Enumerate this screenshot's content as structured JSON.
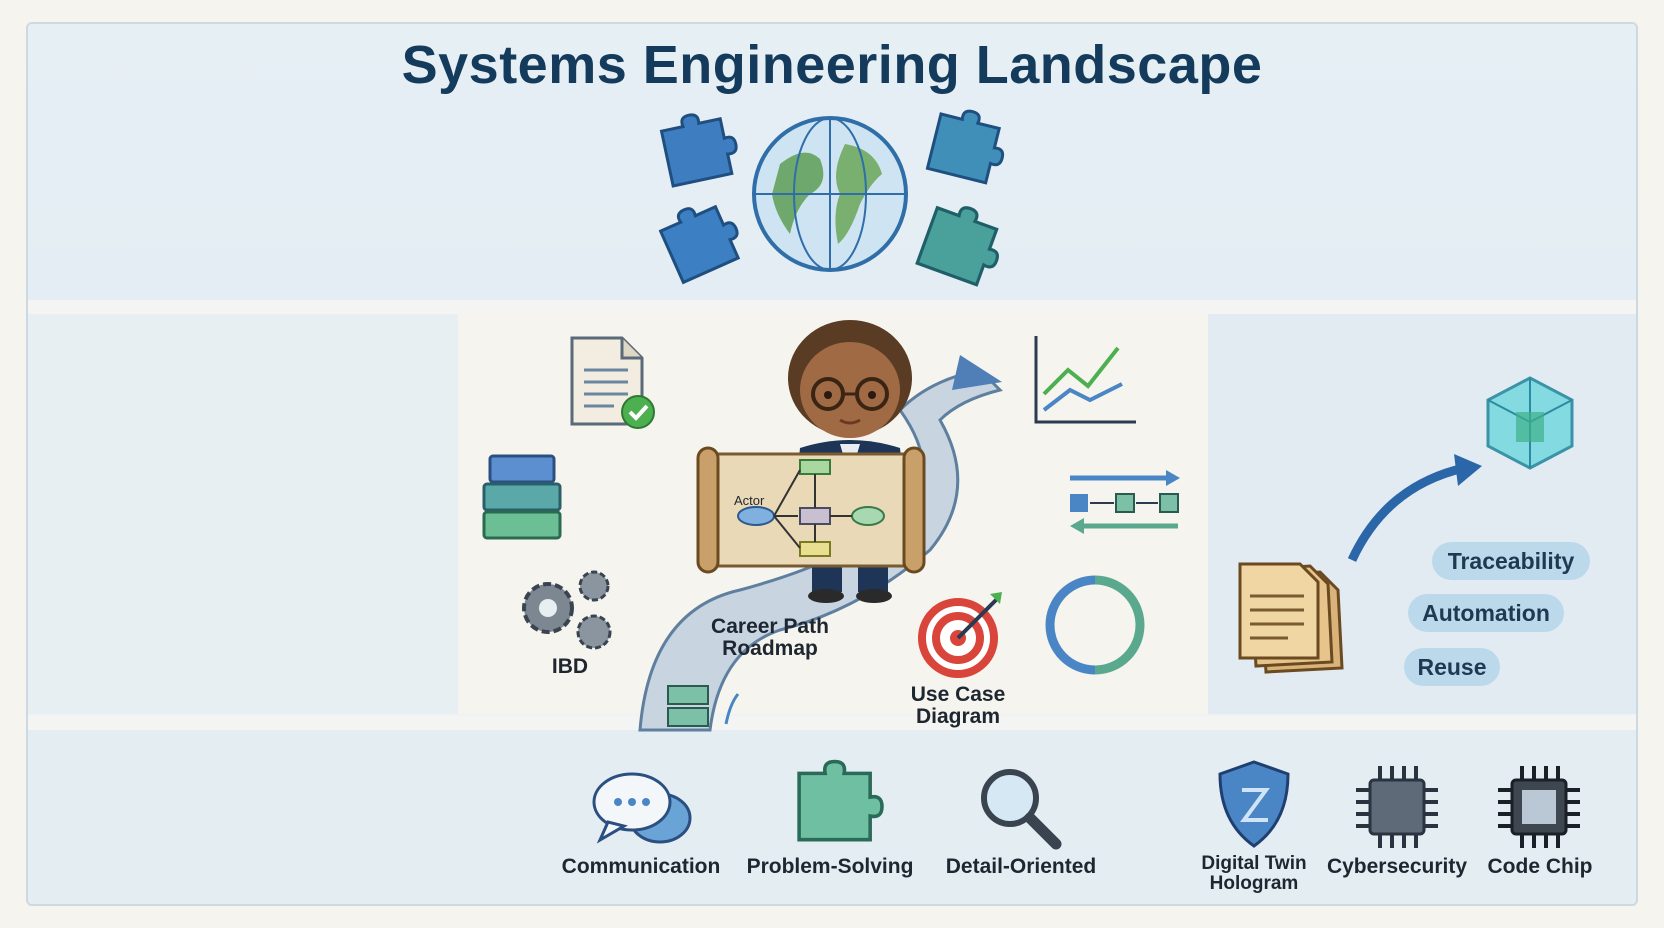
{
  "title": "Systems Engineering Landscape",
  "center": {
    "scroll_actor": "Actor",
    "career_path": "Career Path Roadmap",
    "ibd": "IBD",
    "use_case": "Use Case Diagram"
  },
  "right_panel": {
    "pills": [
      "Traceability",
      "Automation",
      "Reuse"
    ]
  },
  "skills": [
    "Communication",
    "Problem-Solving",
    "Detail-Oriented",
    "Digital Twin Hologram",
    "Cybersecurity",
    "Code Chip"
  ],
  "colors": {
    "title": "#143b5c",
    "blue": "#4a86c5",
    "teal": "#5aa98f",
    "green": "#4caf50"
  }
}
